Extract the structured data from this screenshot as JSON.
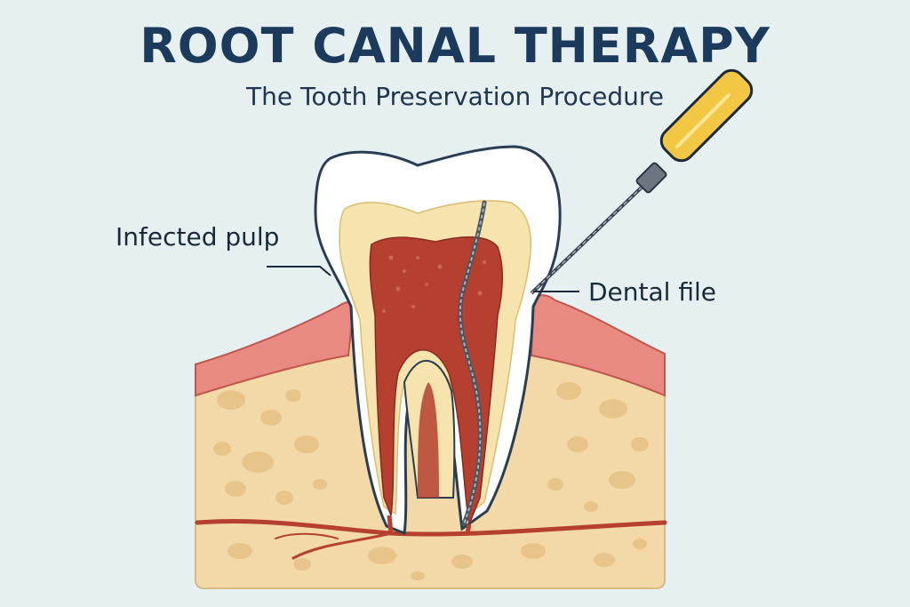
{
  "header": {
    "title": "ROOT CANAL THERAPY",
    "subtitle": "The Tooth Preservation Procedure"
  },
  "labels": {
    "infected_pulp": "Infected pulp",
    "dental_file": "Dental file"
  },
  "colors": {
    "background": "#e6f0f1",
    "title": "#1b3a5c",
    "enamel": "#ffffff",
    "dentin": "#f6e3ad",
    "pulp": "#b5402f",
    "gum": "#e88a82",
    "bone": "#f3d9a8",
    "file_handle": "#f2c744"
  },
  "icons": [
    "tooth-illustration",
    "dental-file-icon"
  ]
}
